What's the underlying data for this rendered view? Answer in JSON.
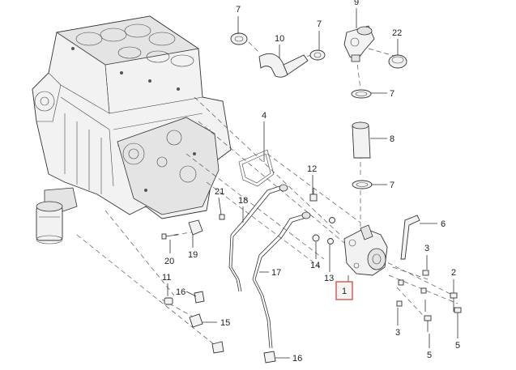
{
  "labels": {
    "p1": "1",
    "p2": "2",
    "p3a": "3",
    "p3b": "3",
    "p4": "4",
    "p5a": "5",
    "p5b": "5",
    "p6": "6",
    "p7a": "7",
    "p7b": "7",
    "p7c": "7",
    "p7d": "7",
    "p8": "8",
    "p9": "9",
    "p10": "10",
    "p11": "11",
    "p12": "12",
    "p13": "13",
    "p14": "14",
    "p15": "15",
    "p16a": "16",
    "p16b": "16",
    "p17": "17",
    "p18": "18",
    "p19": "19",
    "p20": "20",
    "p21": "21",
    "p22": "22"
  },
  "colors": {
    "highlight": "#d9534f",
    "line": "#333333"
  }
}
